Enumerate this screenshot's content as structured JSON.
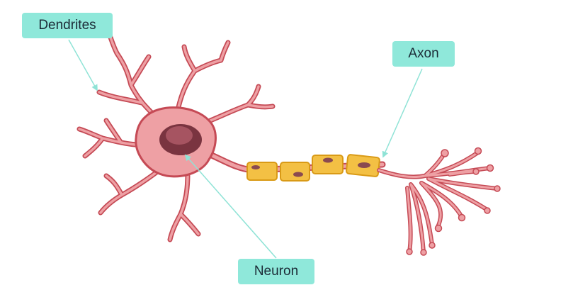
{
  "labels": {
    "dendrites": "Dendrites",
    "axon": "Axon",
    "neuron": "Neuron"
  },
  "colors": {
    "label_bg": "#8fe8da",
    "pointer_line": "#8fe3d6",
    "cell_body": "#eea0a4",
    "cell_outline": "#c54a55",
    "nucleus": "#7a3440",
    "nucleus_highlight": "#a65461",
    "myelin": "#f3c044",
    "myelin_outline": "#d99a16",
    "myelin_nucleus": "#8a4a50"
  },
  "icons": {
    "neuron": "neuron-illustration"
  }
}
